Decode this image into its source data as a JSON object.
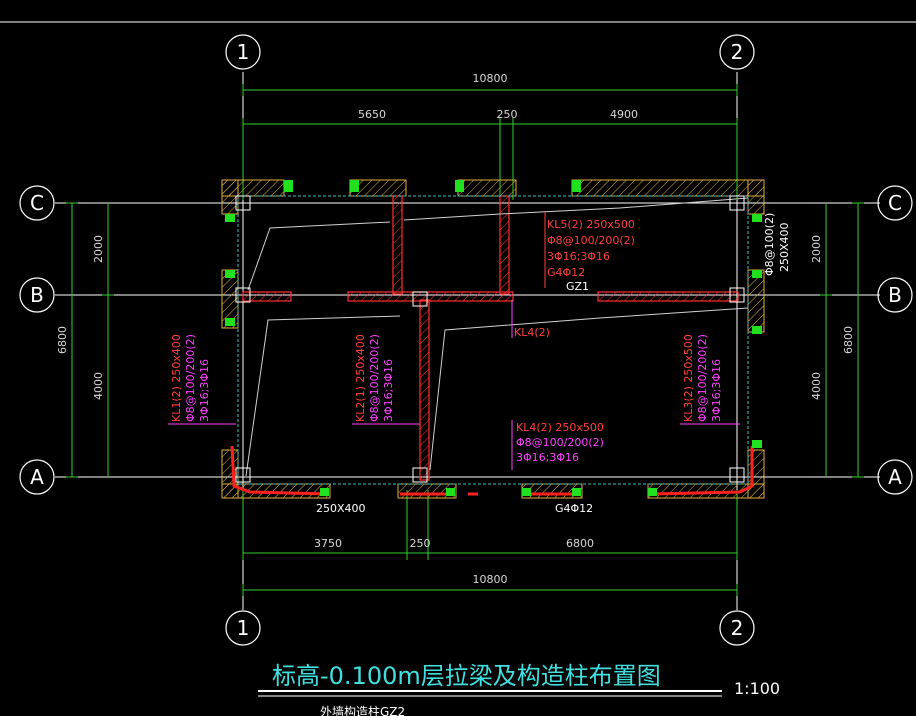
{
  "title": "标高-0.100m层拉梁及构造柱布置图",
  "scale": "1:100",
  "subtitle": "外墙构造柱GZ2",
  "axes": {
    "vertical": [
      {
        "label": "1"
      },
      {
        "label": "2"
      }
    ],
    "horizontal": [
      {
        "label": "C"
      },
      {
        "label": "B"
      },
      {
        "label": "A"
      }
    ]
  },
  "dimensions": {
    "top_total": "10800",
    "top_segments": [
      "5650",
      "250",
      "4900"
    ],
    "bottom_total": "10800",
    "bottom_segments": [
      "3750",
      "250",
      "6800"
    ],
    "left_total": "6800",
    "left_segments": [
      "2000",
      "4000"
    ],
    "right_total": "6800",
    "right_segments": [
      "2000",
      "4000"
    ]
  },
  "annotations": {
    "kl5": [
      "KL5(2) 250x500",
      "Φ8@100/200(2)",
      "3Φ16;3Φ16",
      "G4Φ12"
    ],
    "gz1": "GZ1",
    "kl4_short": "KL4(2)",
    "kl4": [
      "KL4(2) 250x500",
      "Φ8@100/200(2)",
      "3Φ16;3Φ16"
    ],
    "kl1": [
      "KL1(2) 250x400",
      "Φ8@100/200(2)",
      "3Φ16;3Φ16"
    ],
    "kl2": [
      "KL2(1) 250x400",
      "Φ8@100/200(2)",
      "3Φ16;3Φ16"
    ],
    "kl3": [
      "KL3(2) 250x500",
      "Φ8@100/200(2)",
      "3Φ16;3Φ16"
    ],
    "right_beam": [
      "Φ8@100(2)",
      "250X400"
    ],
    "bottom_left": "250X400",
    "bottom_mid": "G4Φ12"
  }
}
